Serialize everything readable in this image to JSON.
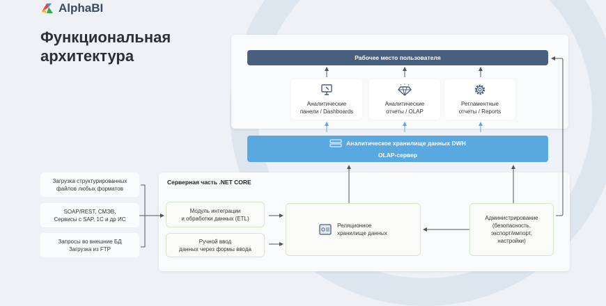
{
  "logo": {
    "text": "AlphaBI"
  },
  "title": {
    "line1": "Функциональная",
    "line2": "архитектура"
  },
  "top": {
    "workplace": "Рабочее место пользователя",
    "cards": [
      {
        "line1": "Аналитические",
        "line2": "панели / Dashboards",
        "icon": "dashboard-monitor-icon"
      },
      {
        "line1": "Аналитические",
        "line2": "отчеты / OLAP",
        "icon": "diamond-icon"
      },
      {
        "line1": "Регламентные",
        "line2": "отчеты / Reports",
        "icon": "gear-icon"
      }
    ]
  },
  "dwh": {
    "line1": "Аналитическое хранилище данных DWH",
    "line2": "OLAP-сервер"
  },
  "sources": [
    {
      "line1": "Загрузка структурированных",
      "line2": "файлов любых форматов"
    },
    {
      "line1": "SOAP/REST, СМЭВ,",
      "line2": "Сервисы с SAP, 1С и др ИС"
    },
    {
      "line1": "Запросы во внешние БД",
      "line2": "Загрузка из FTP"
    }
  ],
  "server": {
    "title": "Серверная часть .NET CORE",
    "etl": {
      "line1": "Модуль интеграции",
      "line2": "и обработки данных (ETL)"
    },
    "manual": {
      "line1": "Ручной ввод",
      "line2": "данных через формы ввода"
    },
    "relational": {
      "line1": "Реляционное",
      "line2": "хранилище данных"
    },
    "admin": {
      "line1": "Администрирование",
      "line2": "(безопасность,",
      "line3": "экспорт/импорт,",
      "line4": "настройки)"
    }
  },
  "colors": {
    "dark_bar": "#4a5e80",
    "dwh_bar": "#5aa8e0",
    "green_border": "#d8e6c6"
  }
}
